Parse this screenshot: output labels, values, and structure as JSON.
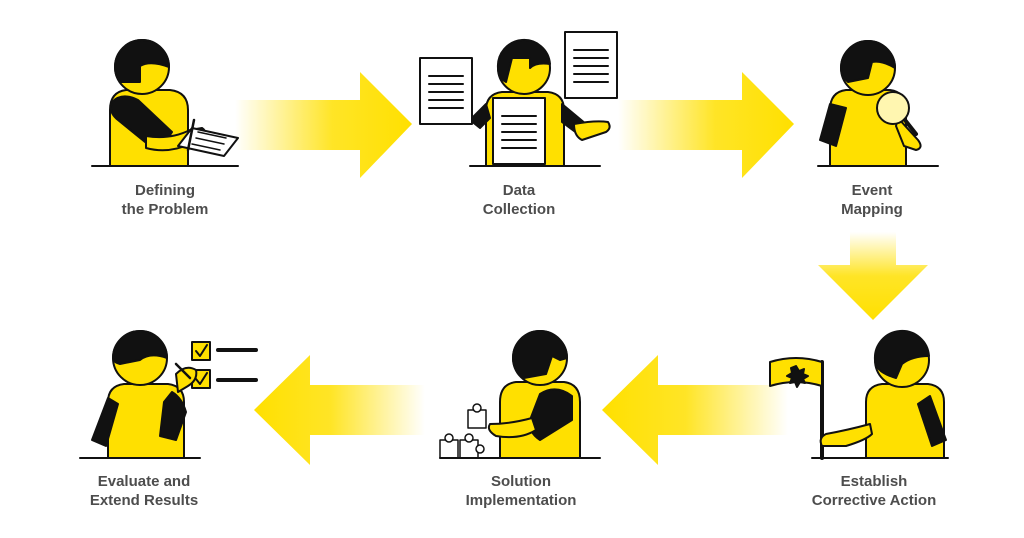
{
  "colors": {
    "yellow": "#ffe000",
    "outline": "#111111",
    "label": "#4d4d4d",
    "background": "#ffffff"
  },
  "steps": [
    {
      "line1": "Defining",
      "line2": "the Problem",
      "icon": "writing-person-icon"
    },
    {
      "line1": "Data",
      "line2": "Collection",
      "icon": "documents-person-icon"
    },
    {
      "line1": "Event",
      "line2": "Mapping",
      "icon": "magnifier-person-icon"
    },
    {
      "line1": "Establish",
      "line2": "Corrective Action",
      "icon": "flag-person-icon"
    },
    {
      "line1": "Solution",
      "line2": "Implementation",
      "icon": "puzzle-person-icon"
    },
    {
      "line1": "Evaluate and",
      "line2": "Extend Results",
      "icon": "checklist-person-icon"
    }
  ],
  "flow_direction": [
    "right",
    "right",
    "down",
    "left",
    "left"
  ]
}
